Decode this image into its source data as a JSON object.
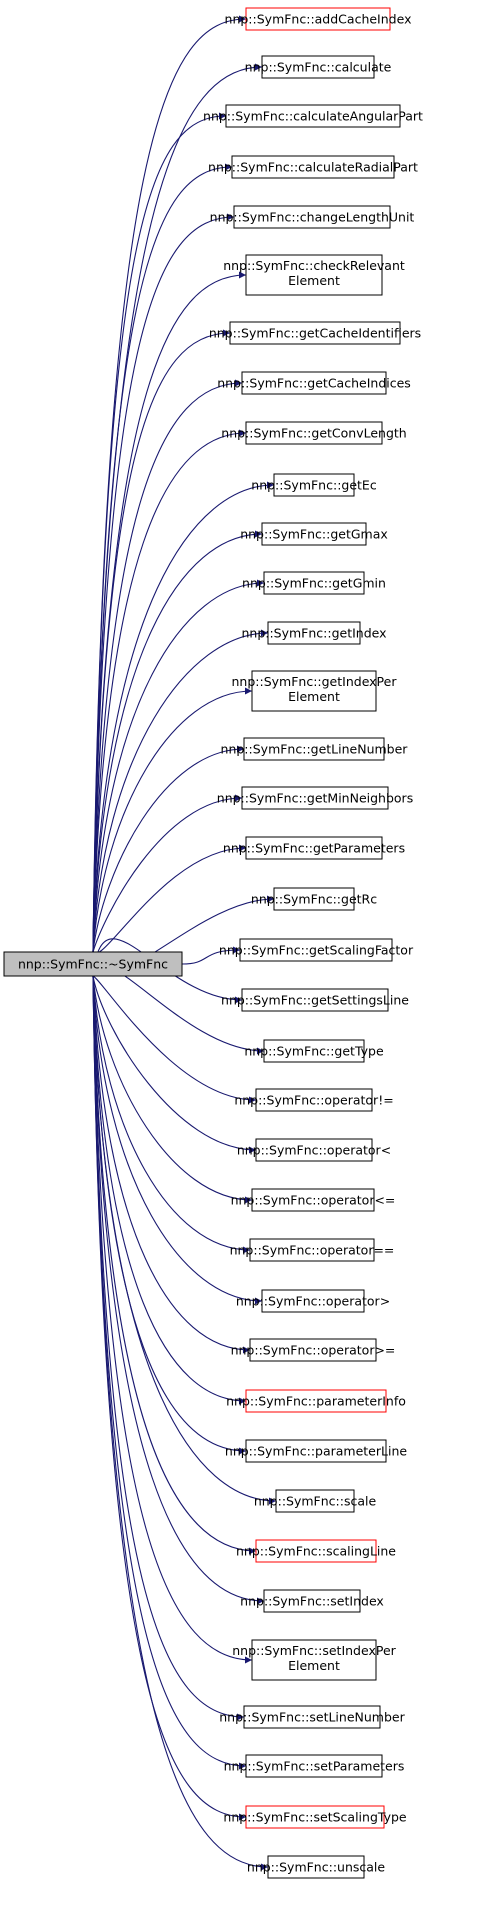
{
  "root": {
    "label": "nnp::SymFnc::~SymFnc"
  },
  "callees": [
    {
      "lines": [
        "nnp::SymFnc::addCacheIndex"
      ],
      "red": true
    },
    {
      "lines": [
        "nnp::SymFnc::calculate"
      ],
      "red": false
    },
    {
      "lines": [
        "nnp::SymFnc::calculateAngularPart"
      ],
      "red": false
    },
    {
      "lines": [
        "nnp::SymFnc::calculateRadialPart"
      ],
      "red": false
    },
    {
      "lines": [
        "nnp::SymFnc::changeLengthUnit"
      ],
      "red": false
    },
    {
      "lines": [
        "nnp::SymFnc::checkRelevant",
        "Element"
      ],
      "red": false
    },
    {
      "lines": [
        "nnp::SymFnc::getCacheIdentifiers"
      ],
      "red": false
    },
    {
      "lines": [
        "nnp::SymFnc::getCacheIndices"
      ],
      "red": false
    },
    {
      "lines": [
        "nnp::SymFnc::getConvLength"
      ],
      "red": false
    },
    {
      "lines": [
        "nnp::SymFnc::getEc"
      ],
      "red": false
    },
    {
      "lines": [
        "nnp::SymFnc::getGmax"
      ],
      "red": false
    },
    {
      "lines": [
        "nnp::SymFnc::getGmin"
      ],
      "red": false
    },
    {
      "lines": [
        "nnp::SymFnc::getIndex"
      ],
      "red": false
    },
    {
      "lines": [
        "nnp::SymFnc::getIndexPer",
        "Element"
      ],
      "red": false
    },
    {
      "lines": [
        "nnp::SymFnc::getLineNumber"
      ],
      "red": false
    },
    {
      "lines": [
        "nnp::SymFnc::getMinNeighbors"
      ],
      "red": false
    },
    {
      "lines": [
        "nnp::SymFnc::getParameters"
      ],
      "red": false
    },
    {
      "lines": [
        "nnp::SymFnc::getRc"
      ],
      "red": false
    },
    {
      "lines": [
        "nnp::SymFnc::getScalingFactor"
      ],
      "red": false
    },
    {
      "lines": [
        "nnp::SymFnc::getSettingsLine"
      ],
      "red": false
    },
    {
      "lines": [
        "nnp::SymFnc::getType"
      ],
      "red": false
    },
    {
      "lines": [
        "nnp::SymFnc::operator!="
      ],
      "red": false
    },
    {
      "lines": [
        "nnp::SymFnc::operator<"
      ],
      "red": false
    },
    {
      "lines": [
        "nnp::SymFnc::operator<="
      ],
      "red": false
    },
    {
      "lines": [
        "nnp::SymFnc::operator=="
      ],
      "red": false
    },
    {
      "lines": [
        "nnp::SymFnc::operator>"
      ],
      "red": false
    },
    {
      "lines": [
        "nnp::SymFnc::operator>="
      ],
      "red": false
    },
    {
      "lines": [
        "nnp::SymFnc::parameterInfo"
      ],
      "red": true
    },
    {
      "lines": [
        "nnp::SymFnc::parameterLine"
      ],
      "red": false
    },
    {
      "lines": [
        "nnp::SymFnc::scale"
      ],
      "red": false
    },
    {
      "lines": [
        "nnp::SymFnc::scalingLine"
      ],
      "red": true
    },
    {
      "lines": [
        "nnp::SymFnc::setIndex"
      ],
      "red": false
    },
    {
      "lines": [
        "nnp::SymFnc::setIndexPer",
        "Element"
      ],
      "red": false
    },
    {
      "lines": [
        "nnp::SymFnc::setLineNumber"
      ],
      "red": false
    },
    {
      "lines": [
        "nnp::SymFnc::setParameters"
      ],
      "red": false
    },
    {
      "lines": [
        "nnp::SymFnc::setScalingType"
      ],
      "red": true
    },
    {
      "lines": [
        "nnp::SymFnc::unscale"
      ],
      "red": false
    }
  ],
  "colors": {
    "root_fill": "#bfbfbf",
    "node_border": "#000000",
    "node_border_red": "#ff0000",
    "edge": "#191970"
  }
}
